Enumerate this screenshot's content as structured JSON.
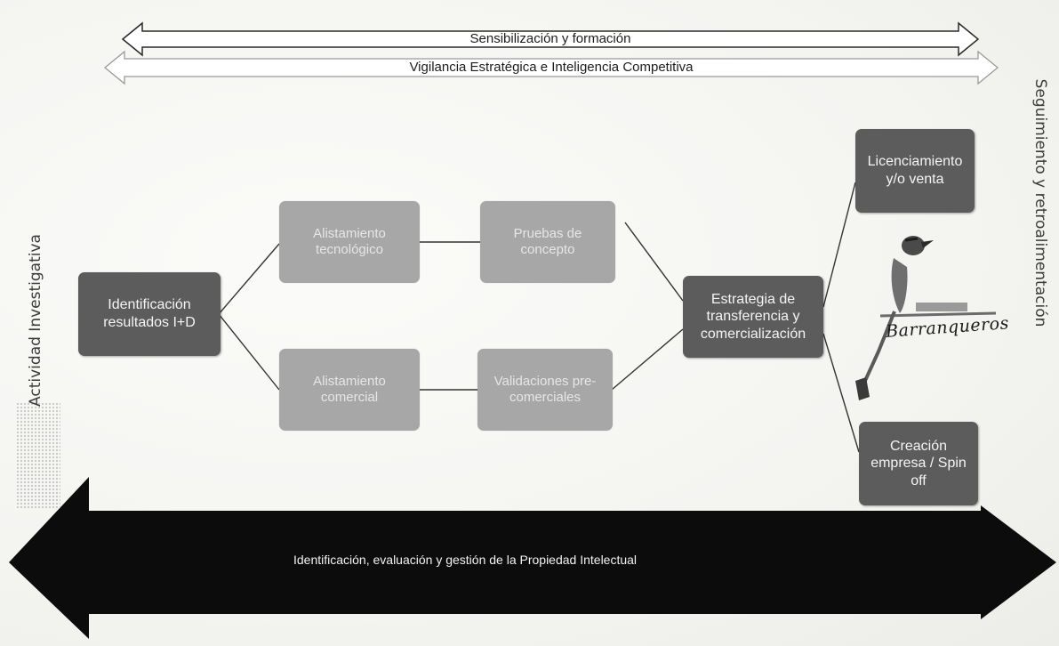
{
  "bands": {
    "sensibilizacion": "Sensibilización y formación",
    "vigilancia": "Vigilancia Estratégica e Inteligencia Competitiva"
  },
  "side_labels": {
    "left": "Actividad Investigativa",
    "right": "Seguimiento y retroalimentación"
  },
  "nodes": {
    "identificacion": "Identificación resultados I+D",
    "alistamiento_tecnologico": "Alistamiento tecnológico",
    "pruebas_concepto": "Pruebas de concepto",
    "alistamiento_comercial": "Alistamiento comercial",
    "validaciones": "Validaciones pre-comerciales",
    "estrategia": "Estrategia de transferencia y comercialización",
    "licenciamiento": "Licenciamiento y/o venta",
    "creacion_empresa": "Creación empresa / Spin off"
  },
  "bottom_arrow": {
    "label": "Identificación, evaluación y gestión de la Propiedad Intelectual"
  },
  "logo": {
    "text": "Barranqueros"
  },
  "colors": {
    "dark_box": "#5c5c5c",
    "light_box": "#a7a7a7",
    "arrow_black": "#0c0c0c",
    "background": "#f6f6f3"
  }
}
